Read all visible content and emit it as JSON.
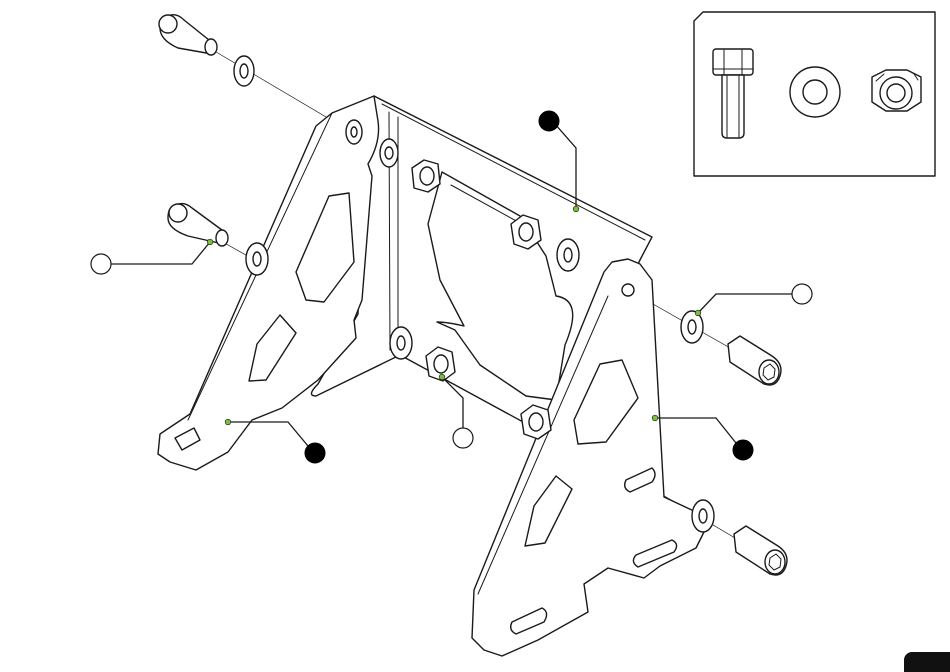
{
  "diagram": {
    "type": "exploded assembly drawing",
    "components": [
      "cap-screw",
      "washer",
      "hex-nut",
      "left-bracket",
      "right-bracket",
      "back-plate"
    ],
    "callouts": [
      {
        "style": "filled",
        "points_to": "back-plate"
      },
      {
        "style": "filled",
        "points_to": "left-bracket"
      },
      {
        "style": "filled",
        "points_to": "right-bracket"
      },
      {
        "style": "open",
        "points_to": "cap-screw"
      },
      {
        "style": "open",
        "points_to": "hex-nut"
      },
      {
        "style": "open",
        "points_to": "washer"
      }
    ],
    "legend": {
      "items": [
        "cap-screw",
        "washer",
        "hex-nut"
      ]
    },
    "colors": {
      "line": "#1a1a1a",
      "anchor_dot": "#7bbf3a",
      "filled_callout": "#000000",
      "background": "#ffffff"
    }
  }
}
